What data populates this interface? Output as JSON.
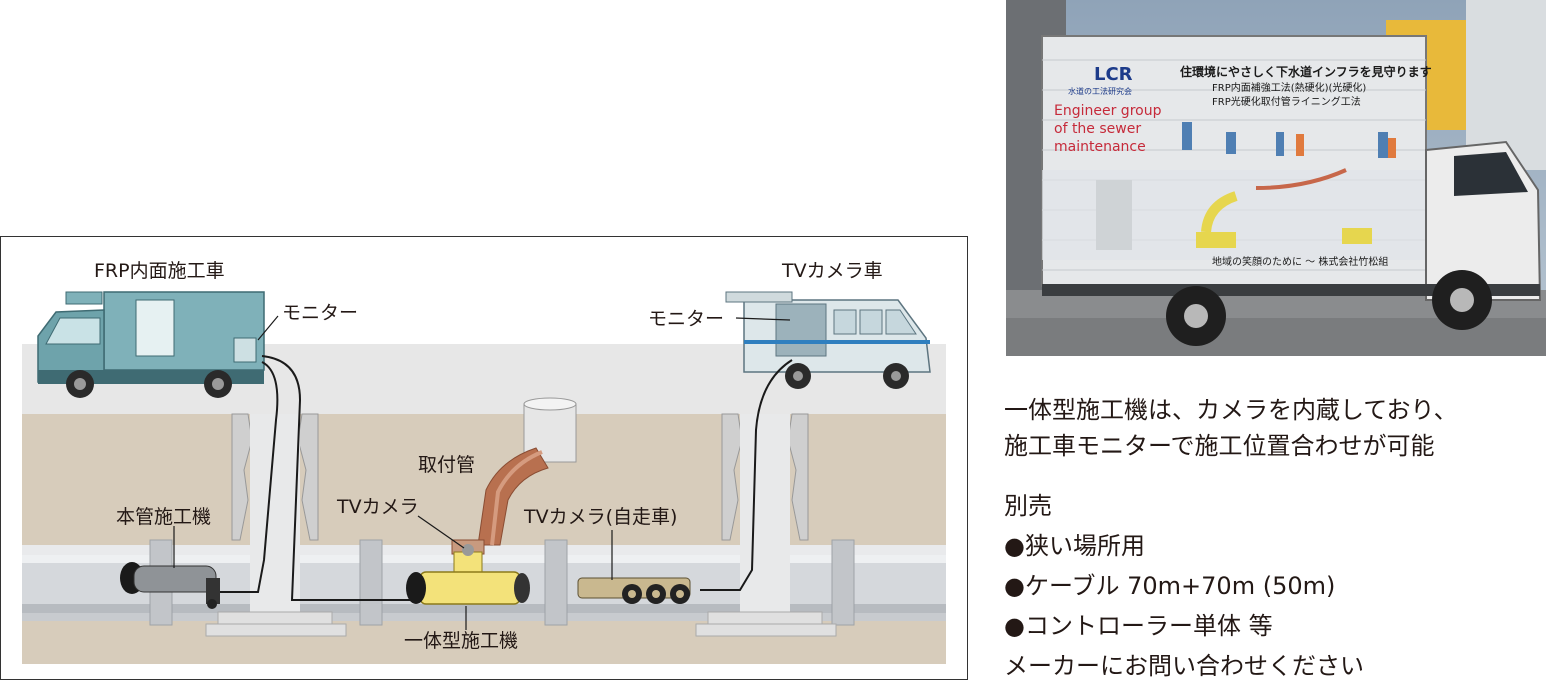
{
  "diagram": {
    "labels": {
      "frp_truck": "FRP内面施工車",
      "monitor_left": "モニター",
      "tv_truck": "TVカメラ車",
      "monitor_right": "モニター",
      "lateral_pipe": "取付管",
      "main_pipe_machine": "本管施工機",
      "tv_camera": "TVカメラ",
      "tv_camera_self": "TVカメラ(自走車)",
      "integrated_machine": "一体型施工機"
    }
  },
  "photo": {
    "truck_panel": {
      "logo": "LCR",
      "logo_sub": "水道の工法研究会",
      "headline": "住環境にやさしく下水道インフラを見守ります",
      "method1": "FRP内面補強工法(熱硬化)(光硬化)",
      "method2": "FRP光硬化取付管ライニング工法",
      "slogan_en": [
        "Engineer group",
        "of the sewer",
        "maintenance"
      ],
      "footer": "地域の笑顔のために ～ 株式会社竹松組"
    }
  },
  "description": {
    "line1": "一体型施工機は、カメラを内蔵しており、",
    "line2": "施工車モニターで施工位置合わせが可能",
    "sold_separately": "別売",
    "items": [
      "●狭い場所用",
      "●ケーブル 70m+70m (50m)",
      "●コントローラー単体 等"
    ],
    "contact": "メーカーにお問い合わせください"
  },
  "colors": {
    "ground": "#d6cab8",
    "road": "#e6e6e6",
    "pipe": "#d3d6da",
    "lateral": "#b46a4c",
    "machine_yellow": "#f3e27a",
    "frp_truck": "#7fb1b9",
    "tv_truck": "#dde7ea"
  }
}
